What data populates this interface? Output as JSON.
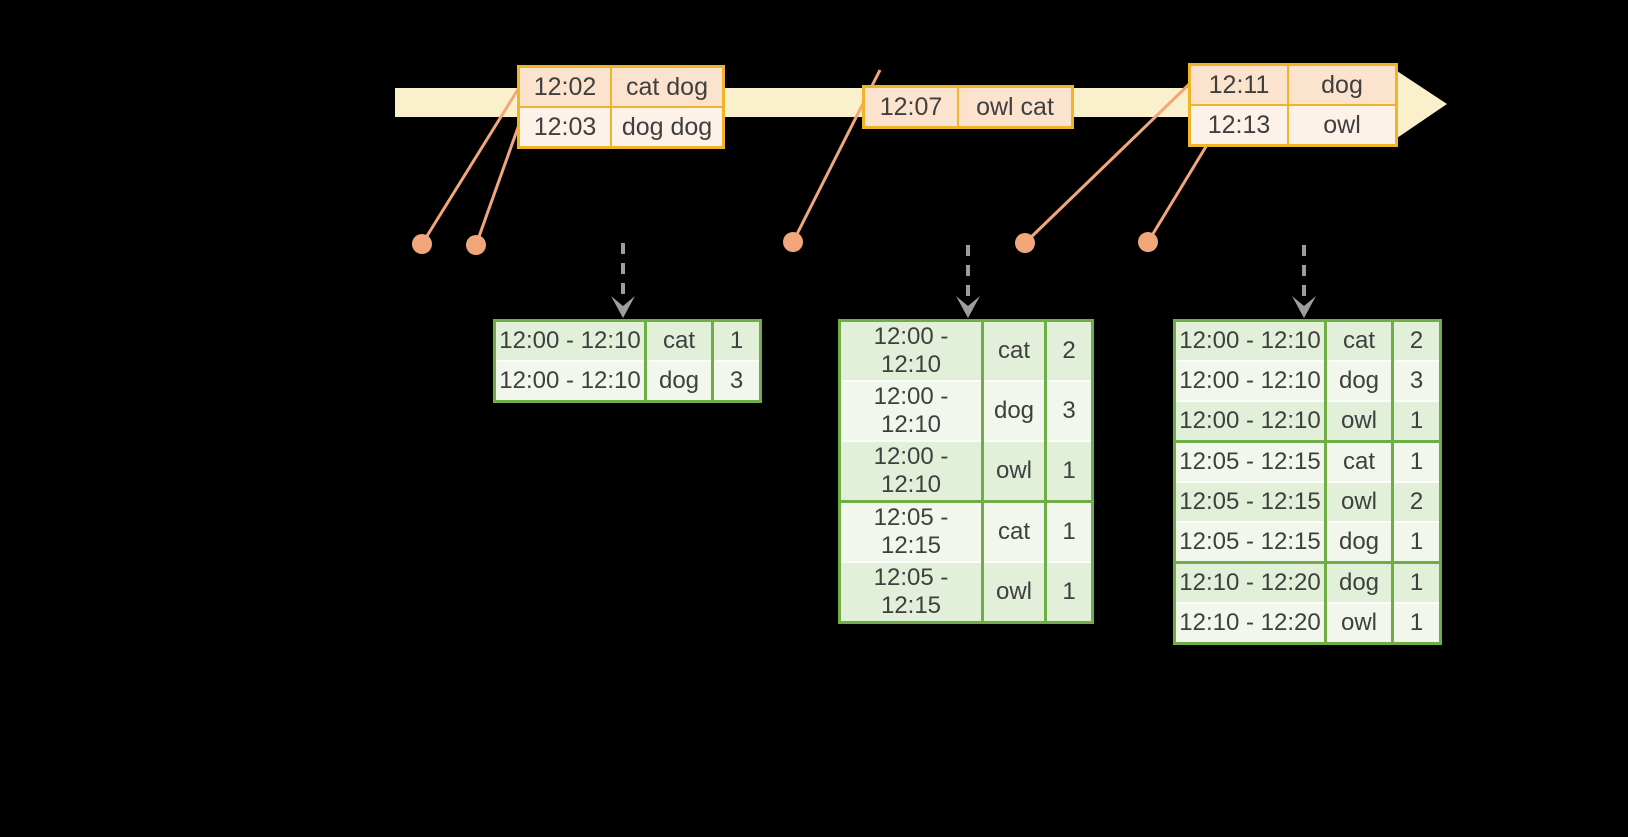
{
  "diagram": {
    "kind": "streaming-windowed-word-count",
    "timeline": {
      "description": "event timeline arrow"
    },
    "colors": {
      "background": "#000000",
      "timeline_fill": "#FAF0CB",
      "event_table_border": "#F0B429",
      "event_row_dark": "#FBE3CD",
      "event_row_light": "#FDF2E7",
      "connector": "#F2A77B",
      "flow_arrow": "#9E9E9E",
      "result_table_border": "#6FAD46",
      "result_row_dark": "#E2EFD9",
      "result_row_light": "#F1F7EC",
      "text": "#3F3F3F"
    }
  },
  "event_tables": [
    {
      "rows": [
        {
          "time": "12:02",
          "words": "cat dog"
        },
        {
          "time": "12:03",
          "words": "dog dog"
        }
      ]
    },
    {
      "rows": [
        {
          "time": "12:07",
          "words": "owl cat"
        }
      ]
    },
    {
      "rows": [
        {
          "time": "12:11",
          "words": "dog"
        },
        {
          "time": "12:13",
          "words": "owl"
        }
      ]
    }
  ],
  "result_tables": [
    {
      "rows": [
        {
          "window": "12:00 - 12:10",
          "word": "cat",
          "count": "1"
        },
        {
          "window": "12:00 - 12:10",
          "word": "dog",
          "count": "3"
        }
      ]
    },
    {
      "rows": [
        {
          "window": "12:00 - 12:10",
          "word": "cat",
          "count": "2"
        },
        {
          "window": "12:00 - 12:10",
          "word": "dog",
          "count": "3"
        },
        {
          "window": "12:00 - 12:10",
          "word": "owl",
          "count": "1"
        },
        {
          "window": "12:05 - 12:15",
          "word": "cat",
          "count": "1"
        },
        {
          "window": "12:05 - 12:15",
          "word": "owl",
          "count": "1"
        }
      ]
    },
    {
      "rows": [
        {
          "window": "12:00 - 12:10",
          "word": "cat",
          "count": "2"
        },
        {
          "window": "12:00 - 12:10",
          "word": "dog",
          "count": "3"
        },
        {
          "window": "12:00 - 12:10",
          "word": "owl",
          "count": "1"
        },
        {
          "window": "12:05 - 12:15",
          "word": "cat",
          "count": "1"
        },
        {
          "window": "12:05 - 12:15",
          "word": "owl",
          "count": "2"
        },
        {
          "window": "12:05 - 12:15",
          "word": "dog",
          "count": "1"
        },
        {
          "window": "12:10 - 12:20",
          "word": "dog",
          "count": "1"
        },
        {
          "window": "12:10 - 12:20",
          "word": "owl",
          "count": "1"
        }
      ]
    }
  ]
}
